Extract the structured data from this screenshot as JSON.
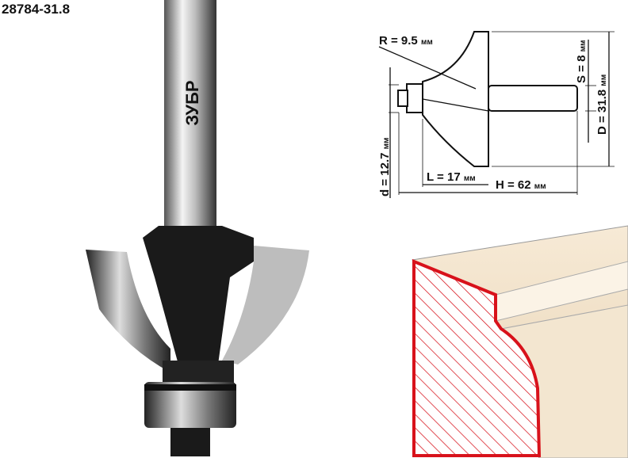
{
  "product": {
    "code": "28784-31.8",
    "brand": "ЗУБР"
  },
  "diagram": {
    "radius": "R = 9.5",
    "shank": "S = 8",
    "diameter": "D = 31.8",
    "bearing": "d = 12.7",
    "length": "L = 17",
    "height": "H = 62",
    "unit": "мм"
  },
  "colors": {
    "profile_outline": "#d8121b",
    "wood": "#f2e3cc"
  }
}
